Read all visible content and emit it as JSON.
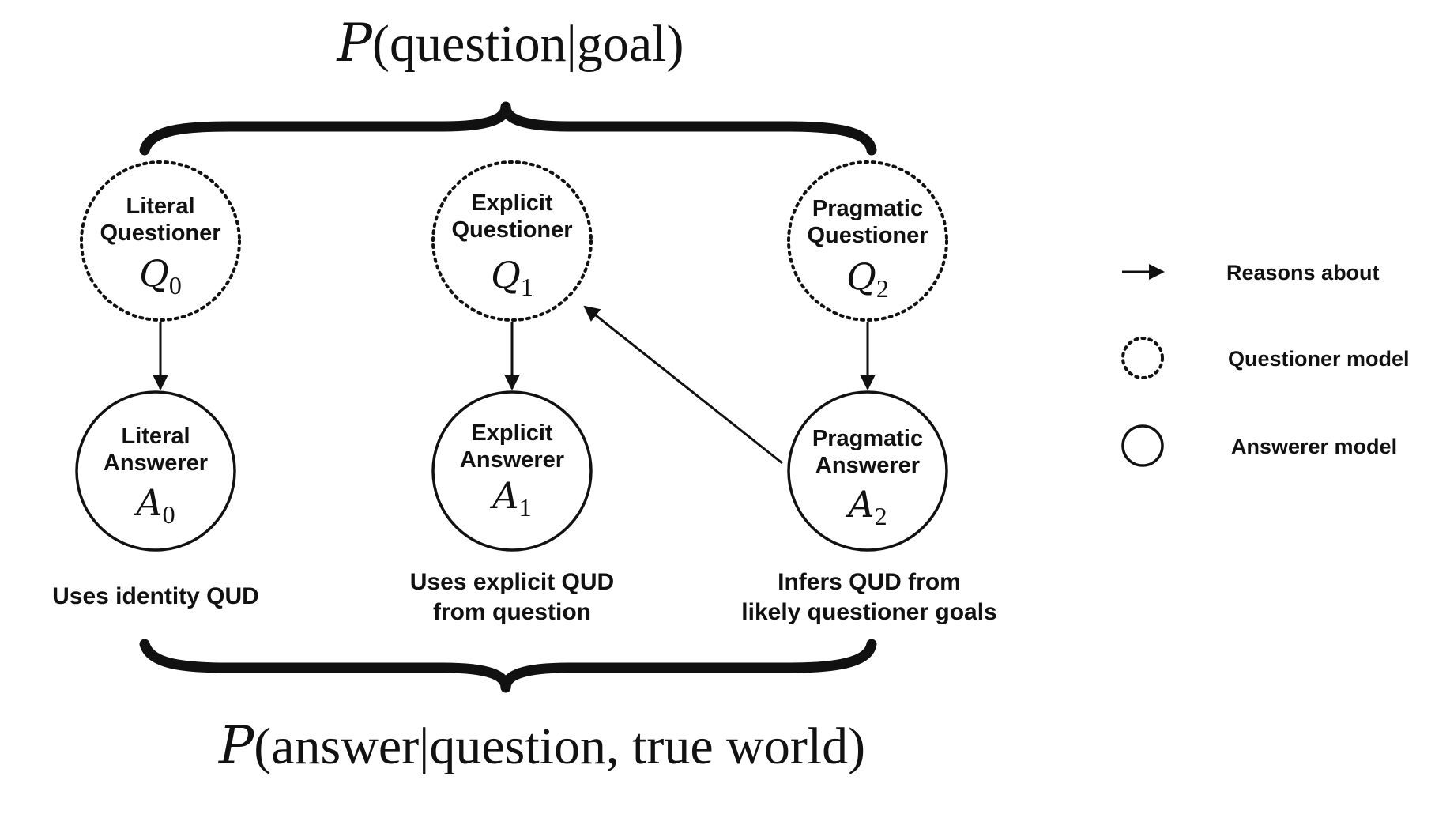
{
  "top_formula": {
    "p": "P",
    "open": "(",
    "text": "question|goal",
    "close": ")"
  },
  "bottom_formula": {
    "p": "P",
    "open": "(",
    "text": "answer|question, true world",
    "close": ")"
  },
  "questioners": [
    {
      "line1": "Literal",
      "line2": "Questioner",
      "symbol": "Q",
      "subscript": "0"
    },
    {
      "line1": "Explicit",
      "line2": "Questioner",
      "symbol": "Q",
      "subscript": "1"
    },
    {
      "line1": "Pragmatic",
      "line2": "Questioner",
      "symbol": "Q",
      "subscript": "2"
    }
  ],
  "answerers": [
    {
      "line1": "Literal",
      "line2": "Answerer",
      "symbol": "A",
      "subscript": "0"
    },
    {
      "line1": "Explicit",
      "line2": "Answerer",
      "symbol": "A",
      "subscript": "1"
    },
    {
      "line1": "Pragmatic",
      "line2": "Answerer",
      "symbol": "A",
      "subscript": "2"
    }
  ],
  "captions": [
    {
      "line1": "Uses identity QUD",
      "line2": ""
    },
    {
      "line1": "Uses explicit QUD",
      "line2": "from question"
    },
    {
      "line1": "Infers QUD from",
      "line2": "likely questioner goals"
    }
  ],
  "legend": {
    "arrow_label": "Reasons about",
    "dotted_label": "Questioner model",
    "solid_label": "Answerer model"
  }
}
